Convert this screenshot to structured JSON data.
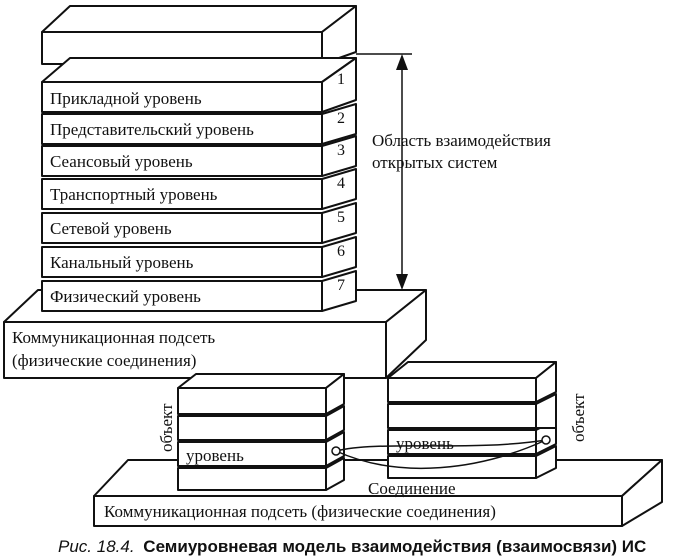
{
  "levels": [
    {
      "number": "1",
      "label": "Прикладной уровень"
    },
    {
      "number": "2",
      "label": "Представительский уровень"
    },
    {
      "number": "3",
      "label": "Сеансовый уровень"
    },
    {
      "number": "4",
      "label": "Транспортный уровень"
    },
    {
      "number": "5",
      "label": "Сетевой уровень"
    },
    {
      "number": "6",
      "label": "Канальный уровень"
    },
    {
      "number": "7",
      "label": "Физический уровень"
    }
  ],
  "interaction_area": {
    "line1": "Область взаимодействия",
    "line2": "открытых систем"
  },
  "upper_subnet": {
    "line1": "Коммуникационная подсеть",
    "line2": "(физические соединения)"
  },
  "lower": {
    "object_left": "объект",
    "object_right": "объект",
    "level_left": "уровень",
    "level_right": "уровень",
    "connection": "Соединение",
    "subnet": "Коммуникационная подсеть (физические соединения)"
  },
  "caption": {
    "prefix": "Рис. 18.4.",
    "title": "Семиуровневая модель взаимодействия (взаимосвязи) ИС"
  }
}
